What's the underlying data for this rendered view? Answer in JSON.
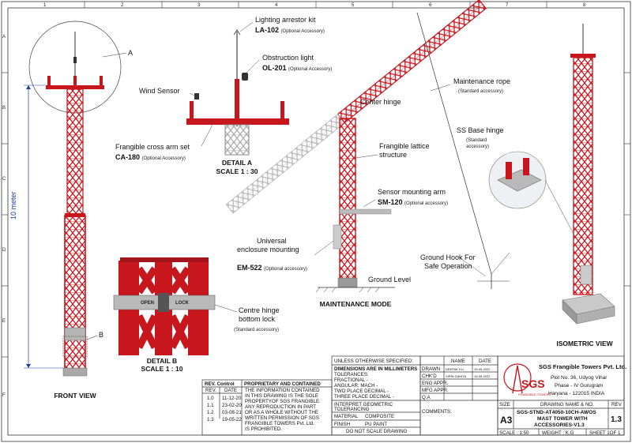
{
  "border": {
    "cols": [
      "1",
      "2",
      "3",
      "4",
      "5",
      "6",
      "7",
      "8"
    ],
    "rows": [
      "A",
      "B",
      "C",
      "D",
      "E",
      "F"
    ]
  },
  "front_view": {
    "title": "FRONT VIEW",
    "height_label": "10 meter",
    "callout_a": "A",
    "callout_b": "B"
  },
  "detail_a": {
    "title": "DETAIL A",
    "scale": "SCALE 1 : 30",
    "lighting_label": "Lighting arrestor kit",
    "lighting_code": "LA-102",
    "lighting_note": "(Optional Accessory)",
    "obstruction_label": "Obstruction light",
    "obstruction_code": "OL-201",
    "obstruction_note": "(Optional Accessory)",
    "wind_label": "Wind Sensor",
    "crossarm_label": "Frangible cross arm set",
    "crossarm_code": "CA-180",
    "crossarm_note": "(Optional Accessory)"
  },
  "maintenance": {
    "title": "MAINTENANCE MODE",
    "center_hinge": "Center hinge",
    "lattice_1": "Frangible lattice",
    "lattice_2": "structure",
    "sensor_label": "Sensor mounting arm",
    "sensor_code": "SM-120",
    "sensor_note": "(Optional accessory)",
    "enclosure_1": "Universal",
    "enclosure_2": "enclosure mounting",
    "enclosure_code": "EM-522",
    "enclosure_note": "(Optional accessory)",
    "ground_level": "Ground Level",
    "rope_label": "Maintenance rope",
    "rope_note": "(Standard accessory)",
    "ground_hook_1": "Ground Hook For",
    "ground_hook_2": "Safe Operation"
  },
  "detail_b": {
    "title": "DETAIL B",
    "scale": "SCALE 1 : 10",
    "lock_open": "OPEN",
    "lock_lock": "LOCK",
    "hinge_label_1": "Centre hinge",
    "hinge_label_2": "bottom lock",
    "hinge_note": "(Standard accessory)"
  },
  "isometric": {
    "title": "ISOMETRIC VIEW",
    "base_hinge": "SS Base hinge",
    "base_note_1": "(Standard",
    "base_note_2": "accessory)"
  },
  "rev_control": {
    "title": "REV. Control",
    "col_rev": "REV.",
    "col_date": "DATE",
    "rows": [
      {
        "rev": "1.0",
        "date": "11-12-20"
      },
      {
        "rev": "1.1",
        "date": "23-02-20"
      },
      {
        "rev": "1.2",
        "date": "03-08-21"
      },
      {
        "rev": "1.3",
        "date": "19-05-22"
      }
    ]
  },
  "proprietary": {
    "title": "PROPRIETARY AND CONTAINED",
    "lines": [
      "THE INFORMATION CONTAINED",
      "IN THIS DRAWING IS THE SOLE",
      "PROPERTYOF SGS FRANGIBLE.",
      "ANY REPRODUCTION IN PART",
      "OR AS A WHOLE WITHOUT THE",
      "WRITTEN PERMISSION OF SGS",
      "FRANGIBLE TOWERS Pvt. Ltd.",
      "IS PROHIBITED."
    ]
  },
  "specs": {
    "unless": "UNLESS OTHERWISE SPECIFIED:",
    "dimensions": "DIMENSIONS ARE IN MILLIMETERS",
    "tolerances": "TOLERANCES:",
    "fractional": "FRACTIONAL -",
    "angular": "ANGULAR: MACH -",
    "two_place": "TWO PLACE DECIMAL -",
    "three_place": "THREE PLACE DECIMAL -",
    "interpret_1": "INTERPRET GEOMETRIC",
    "interpret_2": "TOLERANCING",
    "material_label": "MATERIAL",
    "material_value": "COMPOSITE",
    "finish_label": "FINISH",
    "finish_value": "PU PAINT",
    "do_not_scale": "DO NOT SCALE DRAWING"
  },
  "approvals": {
    "col_name": "NAME",
    "col_date": "DATE",
    "rows": [
      {
        "role": "DRAWN",
        "name": "DEEPAK KU.",
        "date": "19-05-2022"
      },
      {
        "role": "CHK'D",
        "name": "VIPIN DAHIYA",
        "date": "19-05-2022"
      },
      {
        "role": "ENG APPR.",
        "name": "",
        "date": ""
      },
      {
        "role": "MFG APPR.",
        "name": "",
        "date": ""
      },
      {
        "role": "Q.A",
        "name": "",
        "date": ""
      }
    ],
    "comments": "COMMENTS:"
  },
  "company": {
    "name": "SGS Frangible Towers Pvt. Ltd.",
    "addr1": "Plot No. 36, Udyog Vihar",
    "addr2": "Phase - IV Gurugram",
    "addr3": "Haryana - 122015 INDIA",
    "logo_text": "SGS",
    "logo_sub": "FRANGIBLE TOWERS"
  },
  "drawing": {
    "size_label": "SIZE",
    "size_value": "A3",
    "name_label": "DRAWING NAME & NO.",
    "rev_label": "REV",
    "rev_value": "1.3",
    "name_1": "SGS-STND-AT4050-10CH-AWOS",
    "name_2": "MAST TOWER WITH",
    "name_3": "ACCESSORIES-V1.3",
    "scale": "SCALE : 1:50",
    "weight": "WEIGHT : K.G",
    "sheet": "SHEET  1OF 1"
  },
  "colors": {
    "red": "#c8161d",
    "gray_lattice": "#b9b9b9",
    "base": "#9a9a9a",
    "line": "#222222"
  }
}
